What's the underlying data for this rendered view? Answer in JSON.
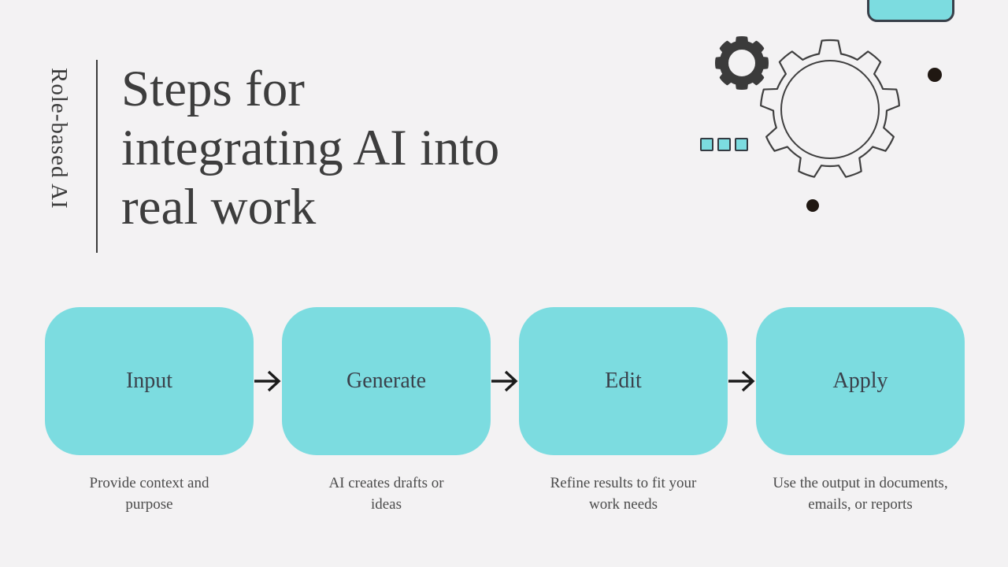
{
  "slide": {
    "kicker": "Role-based AI",
    "title": "Steps for\nintegrating AI into\nreal work"
  },
  "steps": [
    {
      "label": "Input",
      "caption": "Provide context and\npurpose"
    },
    {
      "label": "Generate",
      "caption": "AI creates drafts or\nideas"
    },
    {
      "label": "Edit",
      "caption": "Refine results to fit your\nwork needs"
    },
    {
      "label": "Apply",
      "caption": "Use the output in documents,\nemails, or reports"
    }
  ],
  "decor": {
    "icons": [
      "small-gear-icon",
      "large-gear-icon",
      "teal-chip",
      "teal-squares",
      "dot",
      "dot"
    ]
  },
  "colors": {
    "background": "#f3f2f3",
    "accent_teal": "#7cdce0",
    "ink": "#3b3b3b",
    "gear_dark": "#3b3b3b",
    "gear_outline": "#3f3f3f",
    "arrow": "#1b1b1b"
  }
}
